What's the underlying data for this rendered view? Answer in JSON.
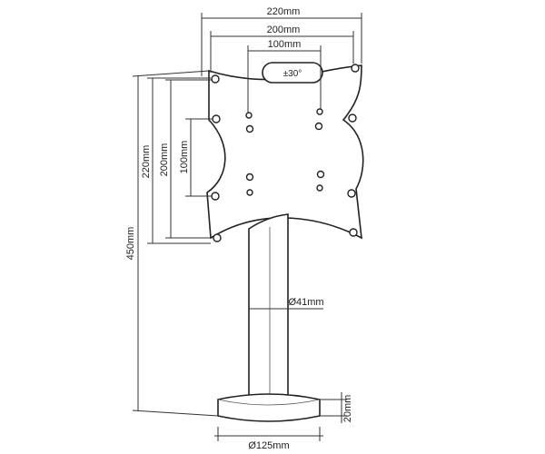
{
  "dimensions": {
    "plate_width": "220mm",
    "hole_spacing_wide": "200mm",
    "hole_spacing_narrow": "100mm",
    "plate_height": "220mm",
    "hole_spacing_v_wide": "200mm",
    "hole_spacing_v_narrow": "100mm",
    "total_height": "450mm",
    "pole_diameter": "Ø41mm",
    "base_diameter": "Ø125mm",
    "base_height": "20mm"
  },
  "rotation_label": "±30°"
}
